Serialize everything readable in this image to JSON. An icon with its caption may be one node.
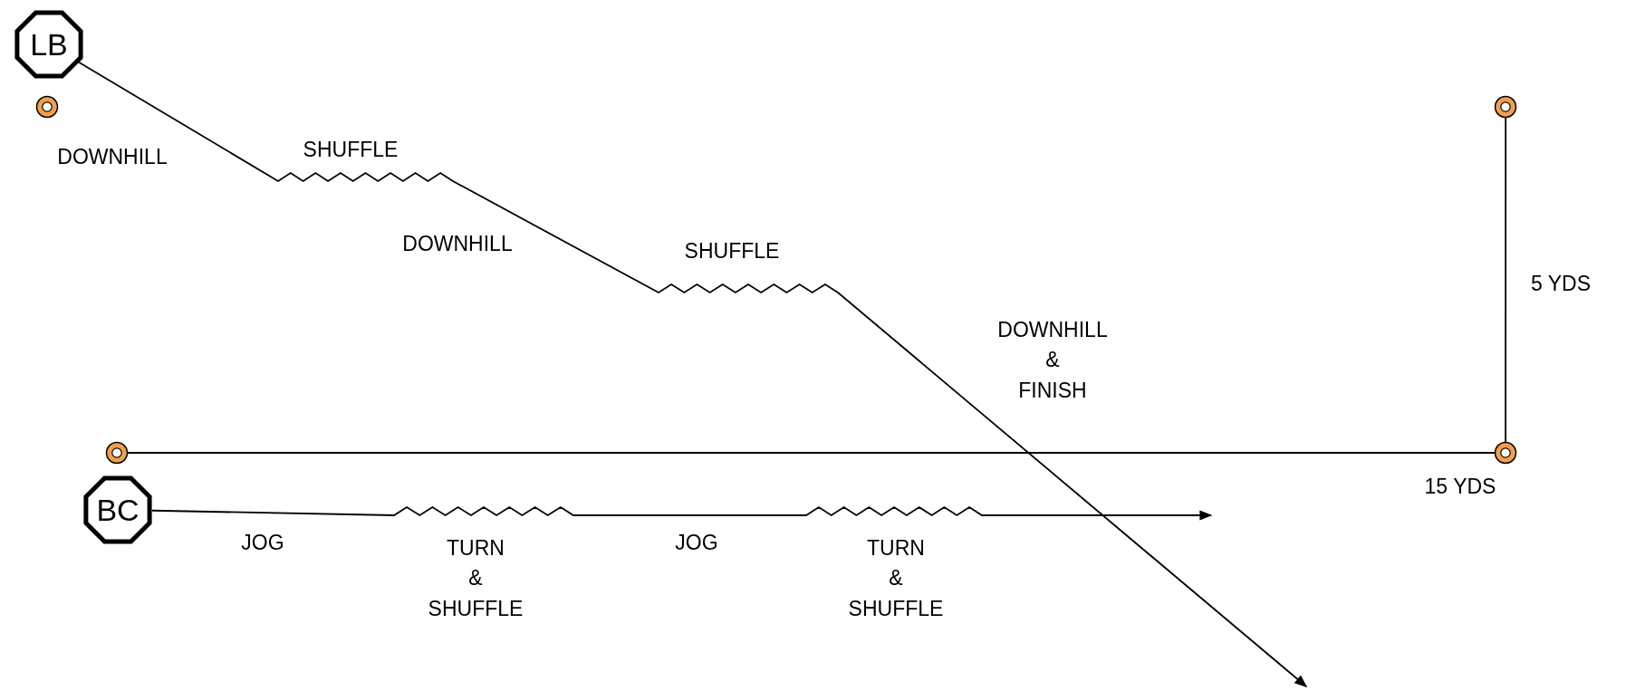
{
  "diagram": {
    "nodes": [
      {
        "text": [
          "LB"
        ]
      },
      {
        "text": [],
        "shape": "circle"
      },
      {
        "text": [],
        "shape": "circle"
      },
      {
        "text": [],
        "shape": "circle"
      },
      {
        "text": [],
        "shape": "circle"
      },
      {
        "text": [
          "BC"
        ]
      }
    ],
    "edges": [
      {
        "from": 0,
        "to": null,
        "arrow": "to"
      },
      {
        "from": 3,
        "to": 4,
        "arrow": "none"
      },
      {
        "from": 2,
        "to": 4,
        "arrow": "none"
      },
      {
        "from": 5,
        "to": null,
        "arrow": "to"
      }
    ],
    "labels": [
      "DOWNHILL",
      "SHUFFLE",
      "DOWNHILL",
      "SHUFFLE",
      "DOWNHILL & FINISH",
      "5 YDS",
      "15 YDS",
      "JOG",
      "TURN & SHUFFLE",
      "JOG",
      "TURN & SHUFFLE"
    ]
  }
}
